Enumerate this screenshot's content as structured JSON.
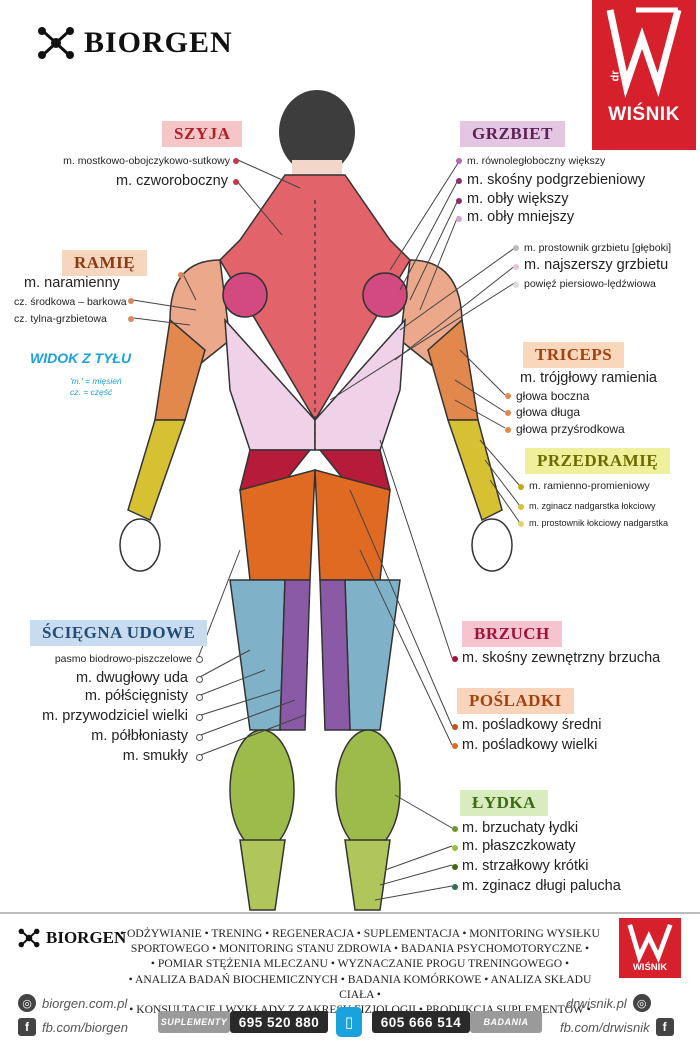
{
  "brand": {
    "name": "BIORGEN",
    "partner": "WIŚNIK",
    "partner_prefix": "dr"
  },
  "view": {
    "title": "WIDOK Z TYŁU",
    "legend_muscle": "'m.' = mięsień",
    "legend_part": "cz. = część"
  },
  "colors": {
    "accent_red": "#d6202b",
    "accent_blue": "#1aa2dc"
  },
  "sections": {
    "szyja": {
      "title": "SZYJA",
      "bg": "#f6c6c6",
      "fg": "#b01e2a",
      "items": [
        "m. mostkowo-obojczykowo-sutkowy",
        "m. czworoboczny"
      ]
    },
    "ramie": {
      "title": "RAMIĘ",
      "bg": "#f7d6bf",
      "fg": "#8a3b12",
      "items": [
        "m. naramienny",
        "cz. środkowa – barkowa",
        "cz. tylna-grzbietowa"
      ]
    },
    "grzbiet": {
      "title": "GRZBIET",
      "bg": "#e5c6e2",
      "fg": "#5a2156",
      "items": [
        "m. równoległoboczny większy",
        "m. skośny podgrzebieniowy",
        "m. obły większy",
        "m. obły mniejszy",
        "m. prostownik grzbietu [głęboki]",
        "m. najszerszy grzbietu",
        "powięź piersiowo-lędźwiowa"
      ]
    },
    "triceps": {
      "title": "TRICEPS",
      "bg": "#f9d7bd",
      "fg": "#a2420c",
      "items": [
        "m. trójgłowy ramienia",
        "głowa boczna",
        "głowa długa",
        "głowa przyśrodkowa"
      ]
    },
    "przedramie": {
      "title": "PRZEDRAMIĘ",
      "bg": "#efef9c",
      "fg": "#6b6b00",
      "items": [
        "m. ramienno-promieniowy",
        "m. zginacz nadgarstka łokciowy",
        "m. prostownik łokciowy nadgarstka"
      ]
    },
    "sciegna": {
      "title": "ŚCIĘGNA UDOWE",
      "bg": "#c9dcef",
      "fg": "#234d77",
      "items": [
        "pasmo biodrowo-piszczelowe",
        "m. dwugłowy uda",
        "m. półścięgnisty",
        "m. przywodziciel wielki",
        "m. półbłoniasty",
        "m. smukły"
      ]
    },
    "brzuch": {
      "title": "BRZUCH",
      "bg": "#f6c4cf",
      "fg": "#a01236",
      "items": [
        "m. skośny zewnętrzny brzucha"
      ]
    },
    "posladki": {
      "title": "POŚLADKI",
      "bg": "#f8d4bd",
      "fg": "#a2420c",
      "items": [
        "m. pośladkowy średni",
        "m. pośladkowy wielki"
      ]
    },
    "lydka": {
      "title": "ŁYDKA",
      "bg": "#d8ecc0",
      "fg": "#3d6a12",
      "items": [
        "m. brzuchaty łydki",
        "m. płaszczkowaty",
        "m. strzałkowy krótki",
        "m. zginacz długi palucha"
      ]
    }
  },
  "footer": {
    "services": [
      "• ODŻYWIANIE • TRENING • REGENERACJA • SUPLEMENTACJA • MONITORING WYSIŁKU",
      "SPORTOWEGO • MONITORING STANU ZDROWIA • BADANIA PSYCHOMOTORYCZNE •",
      "• POMIAR STĘŻENIA MLECZANU • WYZNACZANIE PROGU TRENINGOWEGO •",
      "• ANALIZA BADAŃ BIOCHEMICZNYCH • BADANIA KOMÓRKOWE • ANALIZA SKŁADU CIAŁA •",
      "• KONSULTACJE I WYKŁADY Z ZAKRESU FIZJOLOGII • PRODUKCJA SUPLEMENTÓW •"
    ],
    "web_left": "biorgen.com.pl",
    "fb_left": "fb.com/biorgen",
    "web_right": "drwisnik.pl",
    "fb_right": "fb.com/drwisnik",
    "label_left": "SUPLEMENTY",
    "phone_left": "695 520 880",
    "phone_right": "605 666 514",
    "label_right": "BADANIA"
  }
}
